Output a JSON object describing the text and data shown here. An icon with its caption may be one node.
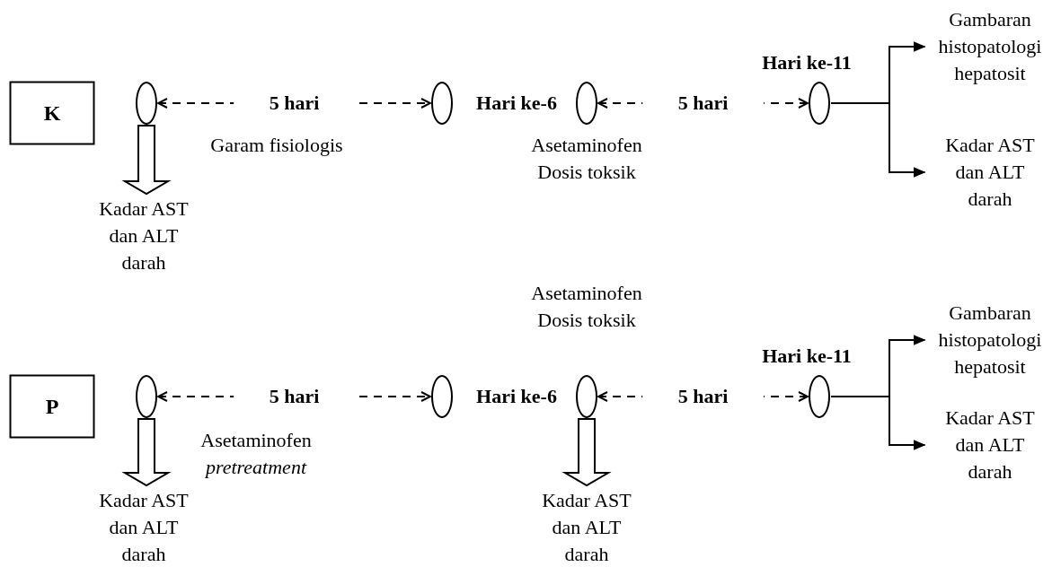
{
  "diagram": {
    "nodes": [
      {
        "text": [
          "K"
        ]
      },
      {
        "text": [],
        "shape": "ellipse"
      },
      {
        "text": [],
        "shape": "ellipse"
      },
      {
        "text": [],
        "shape": "ellipse"
      },
      {
        "text": [],
        "shape": "ellipse",
        "beside": [
          "Hari ke-11"
        ]
      },
      {
        "text": [
          "Kadar AST dan ALT darah"
        ]
      },
      {
        "text": [
          "Gambaran histopatologi hepatosit"
        ]
      },
      {
        "text": [
          "Kadar AST dan ALT darah"
        ]
      },
      {
        "text": [
          "P"
        ]
      },
      {
        "text": [],
        "shape": "ellipse"
      },
      {
        "text": [],
        "shape": "ellipse"
      },
      {
        "text": [],
        "shape": "ellipse"
      },
      {
        "text": [],
        "shape": "ellipse",
        "beside": [
          "Hari ke-11"
        ]
      },
      {
        "text": [
          "Kadar AST dan ALT darah"
        ]
      },
      {
        "text": [
          "Kadar AST dan ALT darah"
        ]
      },
      {
        "text": [
          "Gambaran histopatologi hepatosit"
        ]
      },
      {
        "text": [
          "Kadar AST dan ALT darah"
        ]
      }
    ],
    "edges": [
      {
        "from": 1,
        "to": 2,
        "arrow": "both",
        "style": "dashed",
        "label": "5 hari"
      },
      {
        "from": 1,
        "to": 5,
        "arrow": "to",
        "style": "thick"
      },
      {
        "from": 3,
        "to": 4,
        "arrow": "both",
        "style": "dashed",
        "label": "5 hari"
      },
      {
        "from": 4,
        "to": 6,
        "arrow": "to"
      },
      {
        "from": 4,
        "to": 7,
        "arrow": "to"
      },
      {
        "from": 9,
        "to": 10,
        "arrow": "both",
        "style": "dashed",
        "label": "5 hari"
      },
      {
        "from": 9,
        "to": 13,
        "arrow": "to",
        "style": "thick"
      },
      {
        "from": 11,
        "to": 12,
        "arrow": "both",
        "style": "dashed",
        "label": "5 hari"
      },
      {
        "from": 11,
        "to": 14,
        "arrow": "to",
        "style": "thick"
      },
      {
        "from": 12,
        "to": 15,
        "arrow": "to"
      },
      {
        "from": 12,
        "to": 16,
        "arrow": "to"
      }
    ],
    "labels": [
      "Hari ke-6",
      "Garam fisiologis",
      "Asetaminofen Dosis toksik",
      "Asetaminofen Dosis toksik",
      "Hari ke-6",
      "Asetaminofen *pretreatment*"
    ]
  }
}
